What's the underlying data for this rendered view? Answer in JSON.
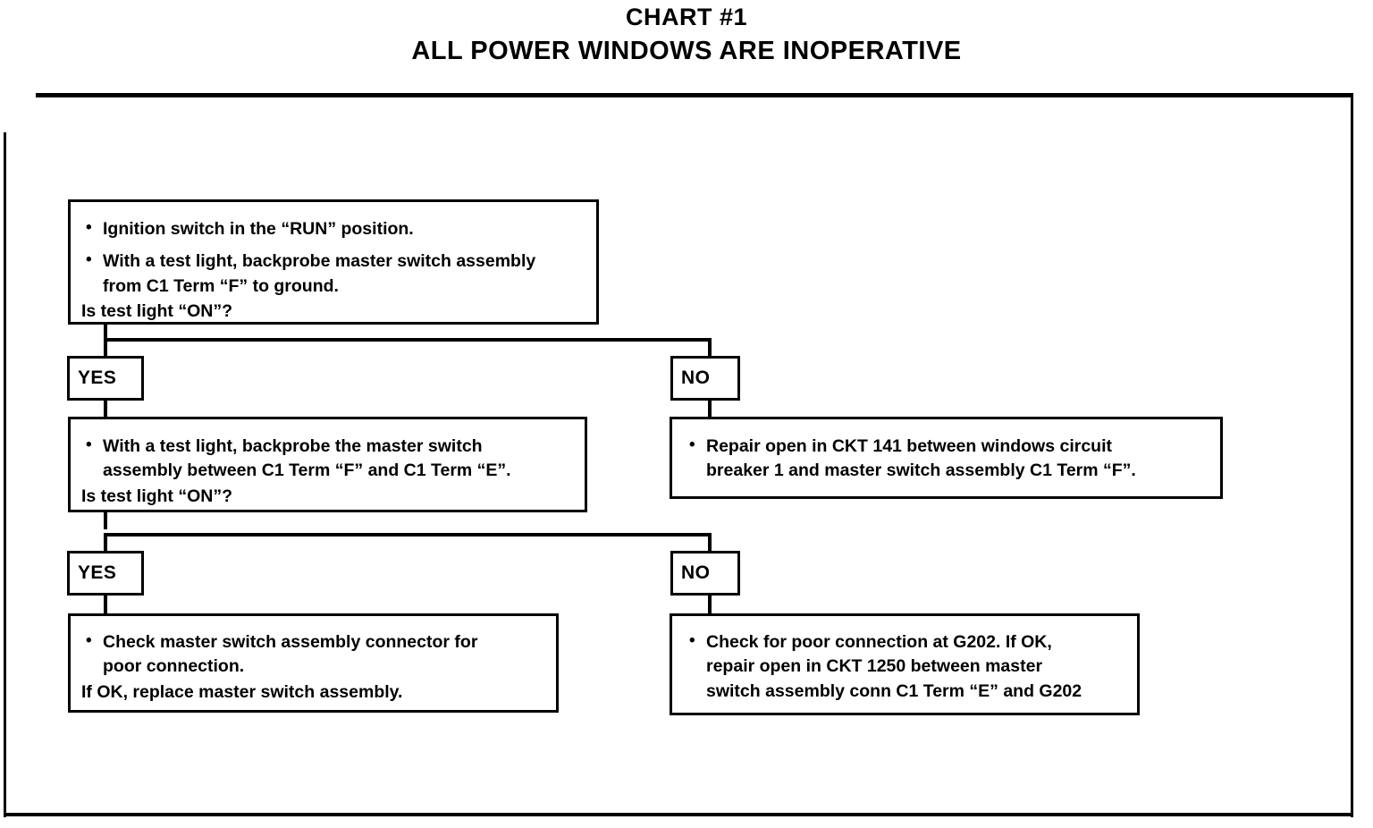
{
  "title": {
    "line1": "CHART #1",
    "line2": "ALL POWER WINDOWS ARE INOPERATIVE"
  },
  "chart_data": {
    "type": "diagram",
    "diagram_kind": "troubleshooting-flowchart",
    "title": "CHART #1 — ALL POWER WINDOWS ARE INOPERATIVE",
    "nodes": [
      {
        "id": "step1",
        "kind": "test",
        "bullets": [
          "Ignition switch in the “RUN” position.",
          "With a test light, backprobe master switch assembly from C1 Term “F” to ground."
        ],
        "question": "Is test light “ON”?"
      },
      {
        "id": "step1-yes",
        "kind": "branch-label",
        "label": "YES"
      },
      {
        "id": "step1-no",
        "kind": "branch-label",
        "label": "NO"
      },
      {
        "id": "step2",
        "kind": "test",
        "bullets": [
          "With a test light, backprobe the master switch assembly between C1 Term “F” and C1 Term “E”."
        ],
        "question": "Is test light “ON”?"
      },
      {
        "id": "repair141",
        "kind": "action",
        "bullets": [
          "Repair open in CKT 141 between windows circuit breaker 1 and master switch assembly C1 Term “F”."
        ]
      },
      {
        "id": "step2-yes",
        "kind": "branch-label",
        "label": "YES"
      },
      {
        "id": "step2-no",
        "kind": "branch-label",
        "label": "NO"
      },
      {
        "id": "check-connector",
        "kind": "action",
        "bullets": [
          "Check master switch assembly connector for poor connection."
        ],
        "note": "If OK, replace master switch assembly."
      },
      {
        "id": "check-g202",
        "kind": "action",
        "bullets": [
          "Check for poor connection at G202. If OK, repair open in CKT 1250 between master switch assembly conn C1 Term “E” and G202"
        ]
      }
    ],
    "edges": [
      {
        "from": "step1",
        "to": "step1-yes",
        "label": "YES"
      },
      {
        "from": "step1",
        "to": "step1-no",
        "label": "NO"
      },
      {
        "from": "step1-yes",
        "to": "step2"
      },
      {
        "from": "step1-no",
        "to": "repair141"
      },
      {
        "from": "step2",
        "to": "step2-yes",
        "label": "YES"
      },
      {
        "from": "step2",
        "to": "step2-no",
        "label": "NO"
      },
      {
        "from": "step2-yes",
        "to": "check-connector"
      },
      {
        "from": "step2-no",
        "to": "check-g202"
      }
    ]
  },
  "boxes": {
    "step1": {
      "bullet1": "Ignition switch in the “RUN” position.",
      "bullet2": "With a test light, backprobe master switch assembly\nfrom C1 Term “F” to ground.",
      "question": "Is test light “ON”?"
    },
    "step2": {
      "bullet1": "With a test light, backprobe the master switch\nassembly between C1 Term “F” and C1 Term “E”.",
      "question": "Is test light “ON”?"
    },
    "repair141": {
      "bullet1": "Repair open in CKT 141 between windows circuit\nbreaker 1 and master switch assembly C1 Term “F”."
    },
    "check_connector": {
      "bullet1": "Check master switch assembly connector for\npoor connection.",
      "note": "If OK, replace master switch assembly."
    },
    "check_g202": {
      "bullet1": "Check for poor connection at G202. If OK,\nrepair open in CKT 1250 between master\nswitch assembly conn C1 Term “E” and G202"
    }
  },
  "labels": {
    "yes1": "YES",
    "no1": "NO",
    "yes2": "YES",
    "no2": "NO"
  },
  "colors": {
    "ink": "#000000",
    "paper": "#ffffff"
  }
}
